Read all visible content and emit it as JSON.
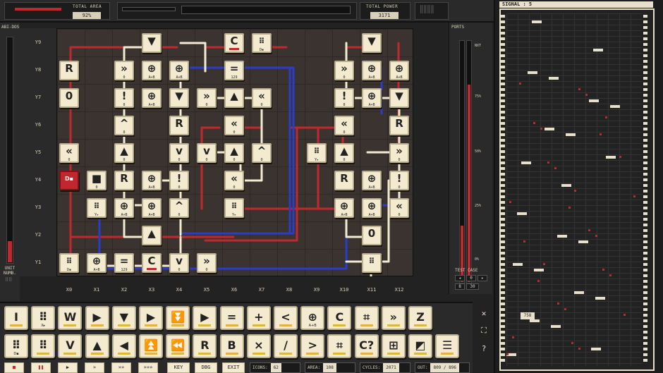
{
  "top": {
    "total_area_label": "TOTAL AREA",
    "total_area_value": "92%",
    "total_power_label": "TOTAL POWER",
    "total_power_value": "3171"
  },
  "left": {
    "title": "ABI-DOS",
    "footer": "UNIT NUMB."
  },
  "rows": [
    "Y9",
    "Y8",
    "Y7",
    "Y6",
    "Y5",
    "Y4",
    "Y3",
    "Y2",
    "Y1"
  ],
  "cols": [
    "X0",
    "X1",
    "X2",
    "X3",
    "X4",
    "X5",
    "X6",
    "X7",
    "X8",
    "X9",
    "X10",
    "X11",
    "X12"
  ],
  "tiles": [
    {
      "g": "▼",
      "s": ""
    },
    {
      "g": "C",
      "s": ""
    },
    {
      "g": "⠿",
      "s": "D▪"
    },
    {
      "g": "▼",
      "s": ""
    },
    {
      "g": "R",
      "s": ""
    },
    {
      "g": "»",
      "s": "0"
    },
    {
      "g": "⊕",
      "s": "A+B"
    },
    {
      "g": "⊕",
      "s": "A+B"
    },
    {
      "g": "=",
      "s": "129"
    },
    {
      "g": "»",
      "s": "0"
    },
    {
      "g": "⊕",
      "s": "A+B"
    },
    {
      "g": "⊕",
      "s": "A+B"
    },
    {
      "g": "0",
      "s": ""
    },
    {
      "g": "!",
      "s": "0"
    },
    {
      "g": "⊕",
      "s": "A+B"
    },
    {
      "g": "▼",
      "s": ""
    },
    {
      "g": "»",
      "s": "0"
    },
    {
      "g": "▲",
      "s": ""
    },
    {
      "g": "«",
      "s": "0"
    },
    {
      "g": "!",
      "s": "0"
    },
    {
      "g": "⊕",
      "s": "A+B"
    },
    {
      "g": "▼",
      "s": ""
    },
    {
      "g": "^",
      "s": "0"
    },
    {
      "g": "R",
      "s": ""
    },
    {
      "g": "«",
      "s": "0"
    },
    {
      "g": "«",
      "s": "0"
    },
    {
      "g": "R",
      "s": ""
    },
    {
      "g": "«",
      "s": "0"
    },
    {
      "g": "▲",
      "s": "0"
    },
    {
      "g": "v",
      "s": "0"
    },
    {
      "g": "v",
      "s": "0"
    },
    {
      "g": "▲",
      "s": "0"
    },
    {
      "g": "^",
      "s": "0"
    },
    {
      "g": "⠿",
      "s": "Y▸"
    },
    {
      "g": "▲",
      "s": "0"
    },
    {
      "g": "»",
      "s": "0"
    },
    {
      "g": "D▪",
      "s": ""
    },
    {
      "g": "■",
      "s": "0"
    },
    {
      "g": "R",
      "s": ""
    },
    {
      "g": "⊕",
      "s": "A+B"
    },
    {
      "g": "!",
      "s": "0"
    },
    {
      "g": "«",
      "s": "0"
    },
    {
      "g": "R",
      "s": ""
    },
    {
      "g": "⊕",
      "s": "A+B"
    },
    {
      "g": "!",
      "s": "0"
    },
    {
      "g": "⠿",
      "s": "Y▸"
    },
    {
      "g": "⊕",
      "s": "A+B"
    },
    {
      "g": "⊕",
      "s": "A+B"
    },
    {
      "g": "^",
      "s": "0"
    },
    {
      "g": "⠿",
      "s": "Y▸"
    },
    {
      "g": "⊕",
      "s": "A+B"
    },
    {
      "g": "⊕",
      "s": "A+B"
    },
    {
      "g": "«",
      "s": "0"
    },
    {
      "g": "▲",
      "s": ""
    },
    {
      "g": "0",
      "s": ""
    },
    {
      "g": "⠿",
      "s": "D▪"
    },
    {
      "g": "⊕",
      "s": "A+B"
    },
    {
      "g": "=",
      "s": "129"
    },
    {
      "g": "C",
      "s": ""
    },
    {
      "g": "v",
      "s": "0"
    },
    {
      "g": "»",
      "s": "0"
    },
    {
      "g": "⠿",
      "s": ""
    }
  ],
  "ports": {
    "title": "PORTS",
    "labels": [
      "NXT",
      "75%",
      "50%",
      "25%",
      "0%"
    ],
    "test_case_label": "TEST CASE",
    "tc_a": "0",
    "tc_b": "8",
    "tc_c": "30"
  },
  "signal": {
    "title": "SIGNAL : 5",
    "marker_value": "758"
  },
  "palette": {
    "row1": [
      {
        "g": "I",
        "sub": ""
      },
      {
        "g": "⠿",
        "sub": "X▸"
      },
      {
        "g": "W",
        "sub": ""
      },
      {
        "g": "▶",
        "sub": ""
      },
      {
        "g": "▼",
        "sub": ""
      },
      {
        "g": "▶",
        "sub": ""
      },
      {
        "g": "⏬",
        "sub": ""
      },
      {
        "g": "▶",
        "sub": ""
      },
      {
        "g": "=",
        "sub": ""
      },
      {
        "g": "+",
        "sub": ""
      },
      {
        "g": "<",
        "sub": ""
      },
      {
        "g": "⊕",
        "sub": "A+B"
      },
      {
        "g": "C",
        "sub": ""
      },
      {
        "g": "⌗",
        "sub": ""
      },
      {
        "g": "»",
        "sub": ""
      },
      {
        "g": "Z",
        "sub": ""
      }
    ],
    "row2": [
      {
        "g": "⠿",
        "sub": "D▪"
      },
      {
        "g": "⠿",
        "sub": ""
      },
      {
        "g": "V",
        "sub": ""
      },
      {
        "g": "▲",
        "sub": ""
      },
      {
        "g": "◀",
        "sub": ""
      },
      {
        "g": "⏫",
        "sub": ""
      },
      {
        "g": "⏪",
        "sub": ""
      },
      {
        "g": "R",
        "sub": ""
      },
      {
        "g": "B",
        "sub": ""
      },
      {
        "g": "×",
        "sub": ""
      },
      {
        "g": "/",
        "sub": ""
      },
      {
        "g": ">",
        "sub": ""
      },
      {
        "g": "⌗",
        "sub": ""
      },
      {
        "g": "C?",
        "sub": ""
      },
      {
        "g": "⊞",
        "sub": ""
      },
      {
        "g": "◩",
        "sub": ""
      },
      {
        "g": "☰",
        "sub": ""
      }
    ],
    "key_label": "KEY",
    "dbg_label": "DBG",
    "exit_label": "EXIT",
    "icons_label": "ICONS:",
    "icons_value": "62",
    "area_label": "AREA:",
    "area_value": "108",
    "cycles_label": "CYCLES:",
    "cycles_value": "2071",
    "out_label": "OUT:",
    "out_value": "809 / 896"
  },
  "side": {
    "close": "✕",
    "expand": "⛶",
    "help": "?"
  }
}
